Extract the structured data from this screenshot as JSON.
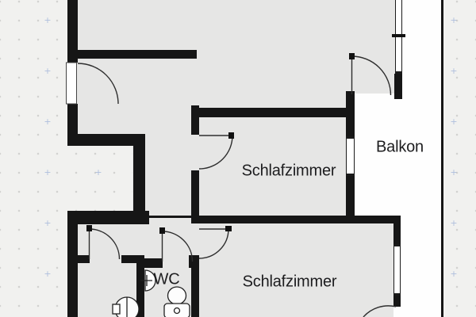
{
  "plan": {
    "rooms": [
      {
        "id": "schlafzimmer-top",
        "label": "Schlafzimmer"
      },
      {
        "id": "schlafzimmer-bottom",
        "label": "Schlafzimmer"
      },
      {
        "id": "balkon",
        "label": "Balkon"
      },
      {
        "id": "wc",
        "label": "WC"
      }
    ],
    "fixtures": [
      "toilet",
      "round-washbasin",
      "corner-washbasin"
    ],
    "features": [
      "entrance-door",
      "room-doors",
      "balcony-door",
      "windows-with-tick-marks"
    ],
    "colors": {
      "wall": "#161616",
      "floor": "#e6e6e5",
      "balcony": "#fefefe",
      "background": "#f1f1ef",
      "label": "#1d1d1f",
      "arc": "#2e2e2e",
      "grid_dot": "#d2d2d0",
      "grid_cross": "#7896cd"
    }
  }
}
